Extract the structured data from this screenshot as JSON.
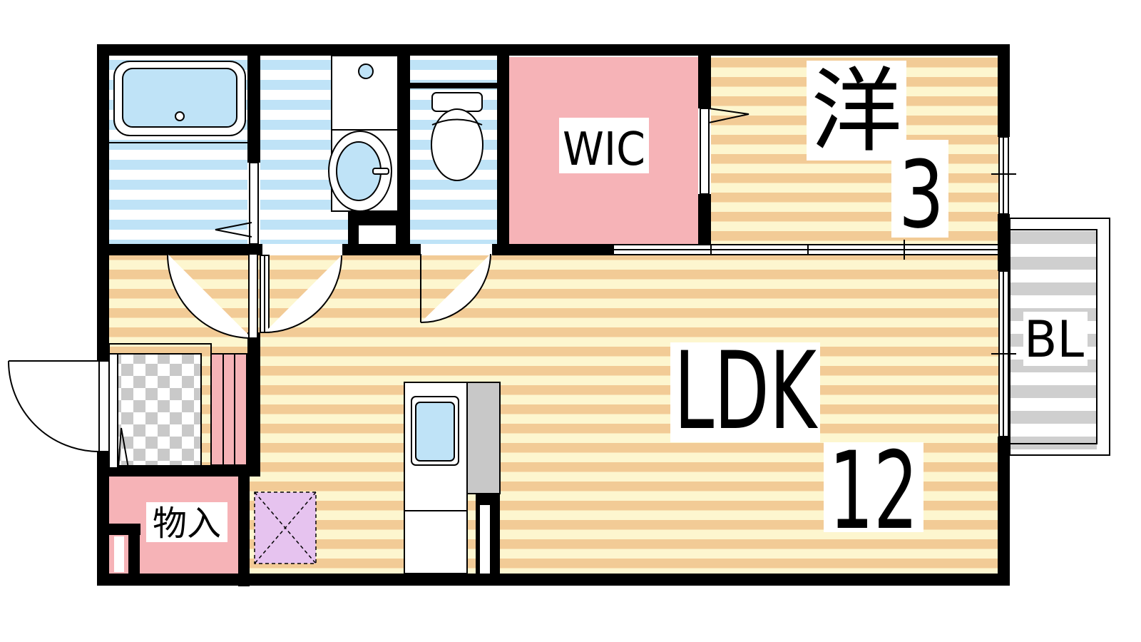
{
  "rooms": {
    "western": {
      "label": "洋",
      "size": "3"
    },
    "ldk": {
      "label": "LDK",
      "size": "12"
    },
    "wic": {
      "label": "WIC"
    },
    "balcony": {
      "label": "BL"
    },
    "storage": {
      "label": "物入"
    }
  },
  "colors": {
    "wall": "#000000",
    "floor_stripe_a": "#f2cb96",
    "floor_stripe_b": "#fdf6cf",
    "wet_stripe_a": "#bfe3f7",
    "wet_stripe_b": "#ffffff",
    "closet_pink": "#f6b3b7",
    "balcony_grey": "#cfcfcf",
    "fixture_blue": "#bfe3f7",
    "hatch_lilac": "#e6c3ef",
    "checker_grey": "#c9c9c9",
    "shoe_cabinet_pink": "#f6b3b7",
    "fridge_grey": "#c8c8c8"
  },
  "icons": [
    "bathtub-icon",
    "washbasin-icon",
    "toilet-icon",
    "kitchen-sink-icon",
    "floor-hatch-icon"
  ]
}
